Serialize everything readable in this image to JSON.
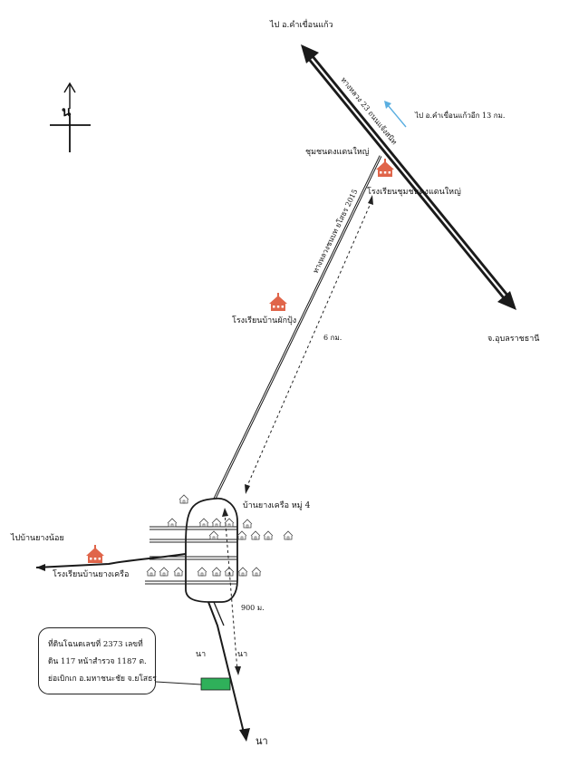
{
  "north_label": "น",
  "labels": {
    "to_kham_khuean_kaeo": "ไป อ.คำเขื่อนแก้ว",
    "highway_23": "ทางหลวง 23  ถนนแจ้งสนิท",
    "to_kham_khuean_kaeo_distance": "ไป อ.คำเขื่อนแก้วอีก 13 กม.",
    "chumchon_dong_daeng": "ชุมชนดงแดนใหญ่",
    "school_dong_daeng": "โรงเรียนชุมชนดงแดนใหญ่",
    "highway_2015": "ทางหลวงชนบท ยโสธร 2015",
    "school_phak_pung": "โรงเรียนบ้านผักปุ้ง",
    "distance_6km": "6 กม.",
    "to_ubon": "จ.อุบลราชธานี",
    "village_yang_khrua": "บ้านยางเครือ หมู่ 4",
    "to_yang_noi": "ไปบ้านยางน้อย",
    "school_yang_khrua": "โรงเรียนบ้านยางเครือ",
    "distance_900m": "900 ม.",
    "field_left": "นา",
    "field_right": "นา",
    "field_bottom": "นา"
  },
  "land_info": {
    "line1": "ที่ดินโฉนดเลขที่  2373  เลขที่",
    "line2": "ดิน 117 หน้าสำรวจ 1187 ต.",
    "line3": "ย่อเบิกเก อ.มหาชนะชัย จ.ยโสธร"
  },
  "colors": {
    "road": "#1a1a1a",
    "school_icon": "#e0654a",
    "direction_arrow": "#5aaee0",
    "land_plot": "#2fb05a"
  }
}
